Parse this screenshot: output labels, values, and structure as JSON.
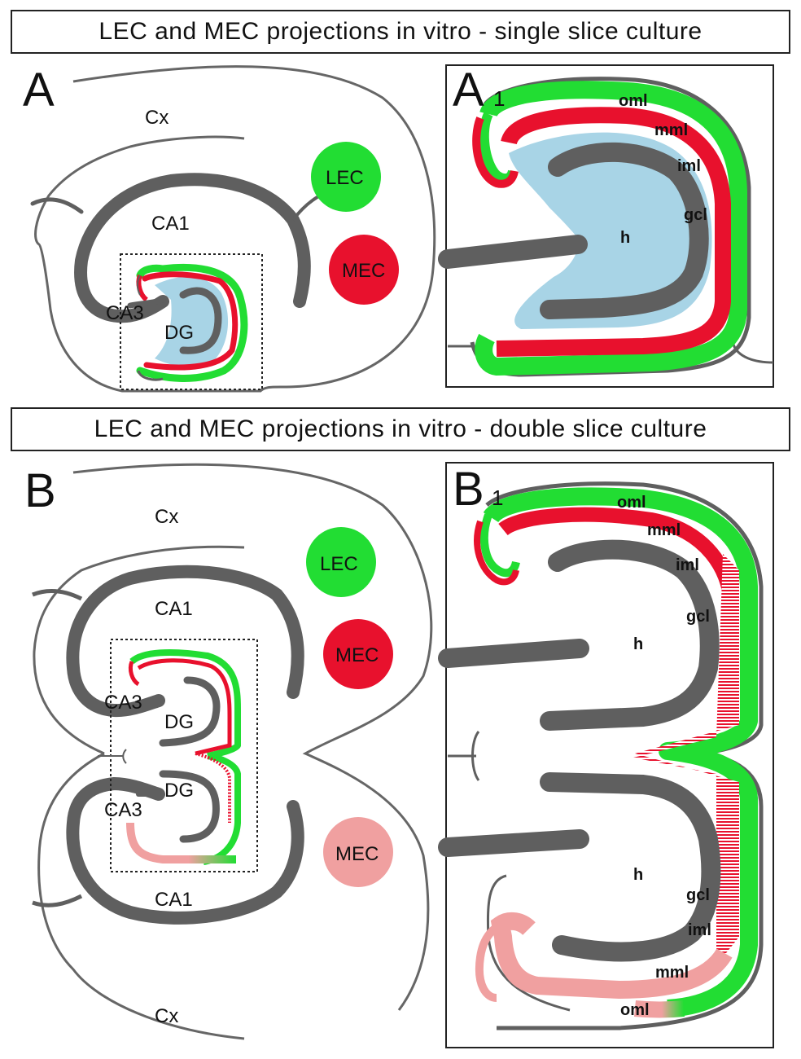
{
  "titles": {
    "single": "LEC and MEC projections in vitro - single slice culture",
    "double": "LEC and MEC projections in vitro - double slice culture"
  },
  "panels": {
    "A": "A",
    "A1": "A",
    "A1_sub": "1",
    "B": "B",
    "B1": "B",
    "B1_sub": "1"
  },
  "panelA": {
    "cx": "Cx",
    "ca1": "CA1",
    "ca3": "CA3",
    "dg": "DG",
    "lec": "LEC",
    "mec": "MEC"
  },
  "panelA1": {
    "oml": "oml",
    "mml": "mml",
    "iml": "iml",
    "gcl": "gcl",
    "h": "h"
  },
  "panelB": {
    "cx_top": "Cx",
    "ca1_top": "CA1",
    "ca3_top": "CA3",
    "dg_top": "DG",
    "dg_bottom": "DG",
    "ca3_bottom": "CA3",
    "ca1_bottom": "CA1",
    "cx_bottom": "Cx",
    "lec": "LEC",
    "mec": "MEC",
    "mec_contra": "MEC"
  },
  "panelB1": {
    "oml_top": "oml",
    "mml_top": "mml",
    "iml_top": "iml",
    "gcl_top": "gcl",
    "h_top": "h",
    "h_bottom": "h",
    "gcl_bottom": "gcl",
    "iml_bottom": "iml",
    "mml_bottom": "mml",
    "oml_bottom": "oml"
  },
  "colors": {
    "lec_green": "#22dd33",
    "mec_red": "#e8112d",
    "mec_pink": "#f0a0a0",
    "hilus_blue": "#a8d4e6",
    "cell_layer_gray": "#5f5f5f",
    "outline_gray": "#555555"
  }
}
